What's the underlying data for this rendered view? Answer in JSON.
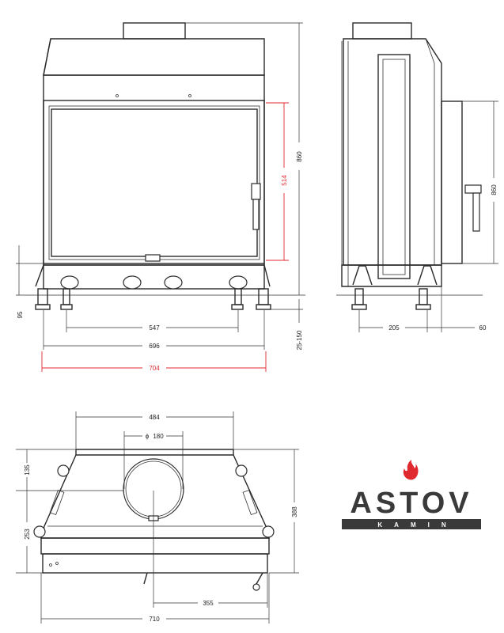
{
  "dimensions": {
    "front_top_width_inner": "547",
    "front_feet_width": "696",
    "front_overall_width": "704",
    "front_height": "860",
    "front_glass_height": "514",
    "front_leg_height": "95",
    "front_leg_adjust": "25-150",
    "side_depth": "205",
    "side_flue_offset": "60",
    "side_height": "860",
    "top_flue_spacing": "484",
    "top_flue_diameter": "180",
    "top_depth": "388",
    "top_front_to_flue": "135",
    "top_flue_to_back": "253",
    "top_centre_offset": "355",
    "top_overall_width": "710"
  },
  "logo": {
    "name": "ASTOV",
    "tagline": "KAMIN",
    "flame_color": "#e0292f",
    "text_color": "#3a3a3a"
  },
  "colors": {
    "line": "#2a2a2a",
    "highlight": "#e0292f"
  }
}
